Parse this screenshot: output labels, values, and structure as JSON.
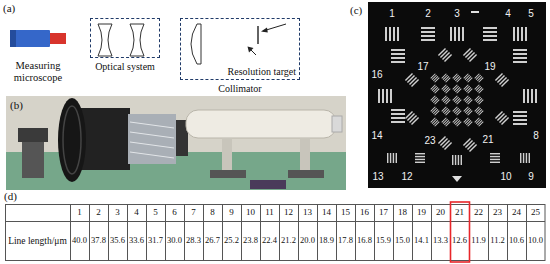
{
  "diagram": {
    "nodes": [
      {
        "text": [
          "Optical system"
        ]
      },
      {
        "text": [
          "Resolution target",
          "Collimator"
        ]
      }
    ],
    "labels": [
      "(a)",
      "Measuring microscope",
      "(b)",
      "(c)",
      "1",
      "2",
      "3",
      "4",
      "5",
      "16",
      "17",
      "19",
      "14",
      "23",
      "21",
      "8",
      "13",
      "12",
      "10",
      "9",
      "(d)",
      "1",
      "2",
      "3",
      "4",
      "5",
      "6",
      "7",
      "8",
      "9",
      "10",
      "11",
      "12",
      "13",
      "14",
      "15",
      "16",
      "17",
      "18",
      "19",
      "20",
      "21",
      "22",
      "23",
      "24",
      "25",
      "Line length/μm",
      "40.0",
      "37.8",
      "35.6",
      "33.6",
      "31.7",
      "30.0",
      "28.3",
      "26.7",
      "25.2",
      "23.8",
      "22.4",
      "21.2",
      "20.0",
      "18.9",
      "17.8",
      "16.8",
      "15.9",
      "15.0",
      "14.1",
      "13.3",
      "12.6",
      "11.9",
      "11.2",
      "10.6",
      "10.0"
    ]
  }
}
